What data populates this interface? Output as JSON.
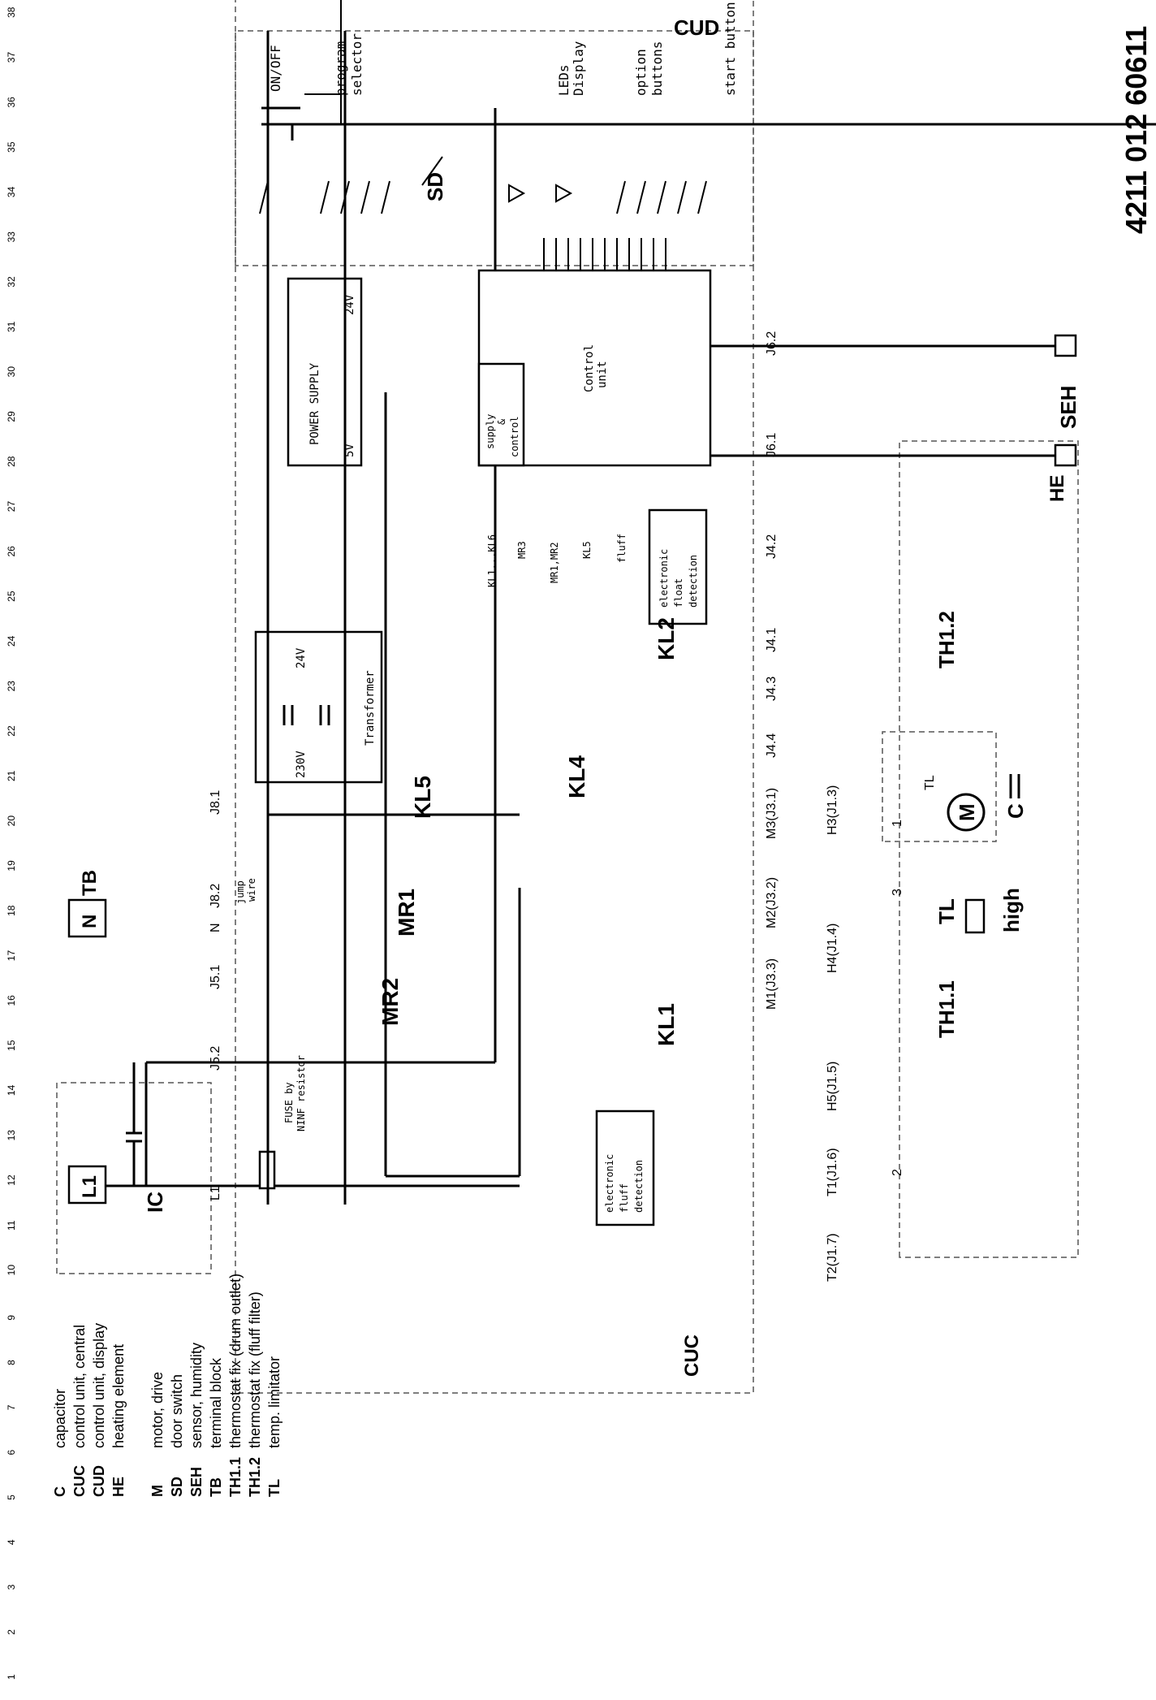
{
  "doc_number": "4211 012 60611",
  "ruler": [
    "1",
    "2",
    "3",
    "4",
    "5",
    "6",
    "7",
    "8",
    "9",
    "10",
    "11",
    "12",
    "13",
    "14",
    "15",
    "16",
    "17",
    "18",
    "19",
    "20",
    "21",
    "22",
    "23",
    "24",
    "25",
    "26",
    "27",
    "28",
    "29",
    "30",
    "31",
    "32",
    "33",
    "34",
    "35",
    "36",
    "37",
    "38"
  ],
  "units": {
    "cud": "CUD",
    "cuc": "CUC",
    "he": "HE",
    "tb": "TB",
    "l1_terminal": "L1",
    "n_terminal": "N",
    "seh": "SEH",
    "ic": "IC"
  },
  "cud_labels": {
    "on_off": "ON/OFF",
    "program_selector_1": "program",
    "program_selector_2": "selector",
    "leds": "LEDs",
    "display": "Display",
    "option_1": "option",
    "option_2": "buttons",
    "start": "start button",
    "sd": "SD"
  },
  "cuc_labels": {
    "power_supply": "POWER SUPPLY",
    "v24": "24V",
    "v5": "5V",
    "control_unit_1": "Control",
    "control_unit_2": "unit",
    "supply_1": "supply",
    "supply_2": "&",
    "supply_3": "control",
    "transformer": "Transformer",
    "t_24v": "24V",
    "t_230v": "230V",
    "fuse_1": "FUSE by",
    "fuse_2": "NINF resistor",
    "jump_1": "jump",
    "jump_2": "wire",
    "float_1": "electronic",
    "float_2": "float",
    "float_3": "detection",
    "fluff_1": "electronic",
    "fluff_2": "fluff",
    "fluff_3": "detection",
    "out_kl": "KL1...KL6",
    "out_mr3": "MR3",
    "out_mr12": "MR1,MR2",
    "out_kl5": "KL5",
    "in_fluff": "fluff"
  },
  "components": {
    "mr1": "MR1",
    "mr2": "MR2",
    "kl1": "KL1",
    "kl2": "KL2",
    "kl4": "KL4",
    "kl5": "KL5",
    "th11": "TH1.1",
    "th12": "TH1.2",
    "tl": "TL",
    "high": "high",
    "m": "M",
    "c": "C",
    "tl_motor": "TL"
  },
  "connectors": {
    "j62": "J6.2",
    "j61": "J6.1",
    "j42": "J4.2",
    "j41": "J4.1",
    "j43": "J4.3",
    "j44": "J4.4",
    "m3": "M3(J3.1)",
    "m2": "M2(J3.2)",
    "m1": "M1(J3.3)",
    "h3": "H3(J1.3)",
    "h4": "H4(J1.4)",
    "h5": "H5(J1.5)",
    "t1": "T1(J1.6)",
    "t2": "T2(J1.7)",
    "j81": "J8.1",
    "j82": "J8.2",
    "j51": "J5.1",
    "j52": "J5.2",
    "n_pin": "N",
    "l1_pin": "L1",
    "pin1": "1",
    "pin2": "2",
    "pin3": "3"
  },
  "legend": [
    {
      "code": "C",
      "text": "capacitor"
    },
    {
      "code": "CUC",
      "text": "control unit, central"
    },
    {
      "code": "CUD",
      "text": "control unit, display"
    },
    {
      "code": "HE",
      "text": "heating element"
    },
    {
      "code": "M",
      "text": "motor, drive"
    },
    {
      "code": "SD",
      "text": "door switch"
    },
    {
      "code": "SEH",
      "text": "sensor, humidity"
    },
    {
      "code": "TB",
      "text": "terminal block"
    },
    {
      "code": "TH1.1",
      "text": "thermostat fix (drum outlet)"
    },
    {
      "code": "TH1.2",
      "text": "thermostat fix (fluff filter)"
    },
    {
      "code": "TL",
      "text": "temp. limitator"
    }
  ]
}
